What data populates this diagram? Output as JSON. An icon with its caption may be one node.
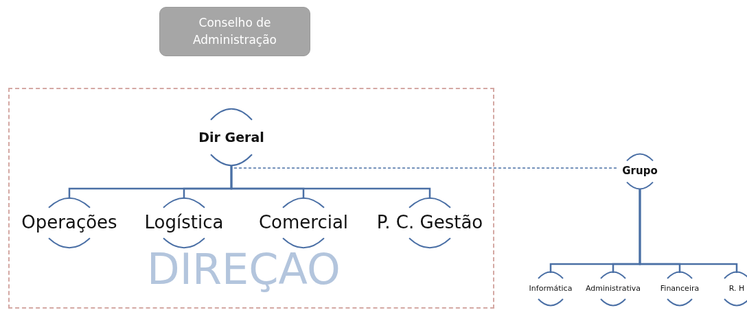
{
  "diagram": {
    "nodes": [
      {
        "text": [
          "Conselho de Administração"
        ]
      },
      {
        "text": [
          "DIREÇAO"
        ]
      },
      {
        "text": [
          "Dir Geral"
        ],
        "in": 1
      },
      {
        "text": [
          "Operações"
        ],
        "in": 1
      },
      {
        "text": [
          "Logística"
        ],
        "in": 1
      },
      {
        "text": [
          "Comercial"
        ],
        "in": 1
      },
      {
        "text": [
          "P. C. Gestão"
        ],
        "in": 1
      },
      {
        "text": [
          "Grupo"
        ]
      },
      {
        "text": [
          "Informática"
        ]
      },
      {
        "text": [
          "Administrativa"
        ]
      },
      {
        "text": [
          "Financeira"
        ]
      },
      {
        "text": [
          "R. H"
        ]
      }
    ],
    "edges": [
      {
        "from": 2,
        "to": 3,
        "arrow": "none"
      },
      {
        "from": 2,
        "to": 4,
        "arrow": "none"
      },
      {
        "from": 2,
        "to": 5,
        "arrow": "none"
      },
      {
        "from": 2,
        "to": 6,
        "arrow": "none"
      },
      {
        "from": 2,
        "to": 7,
        "arrow": "none",
        "style": "dashed"
      },
      {
        "from": 7,
        "to": 8,
        "arrow": "none"
      },
      {
        "from": 7,
        "to": 9,
        "arrow": "none"
      },
      {
        "from": 7,
        "to": 10,
        "arrow": "none"
      },
      {
        "from": 7,
        "to": 11,
        "arrow": "none"
      }
    ]
  }
}
